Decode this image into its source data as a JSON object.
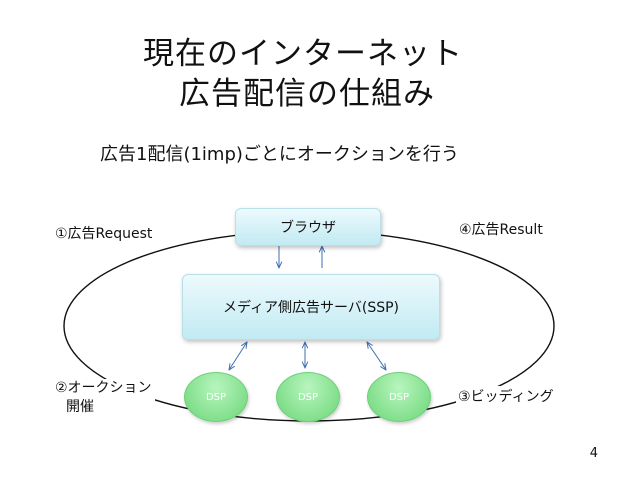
{
  "title": {
    "line1": "現在のインターネット",
    "line2": "広告配信の仕組み"
  },
  "subtitle": "広告1配信(1imp)ごとにオークションを行う",
  "nodes": {
    "browser": "ブラウザ",
    "ssp": "メディア側広告サーバ(SSP)",
    "dsp1": "DSP",
    "dsp2": "DSP",
    "dsp3": "DSP"
  },
  "steps": {
    "step1": "①広告Request",
    "step2_line1": "②オークション",
    "step2_line2": "開催",
    "step3": "③ビッディング",
    "step4": "④広告Result"
  },
  "page_number": "4"
}
